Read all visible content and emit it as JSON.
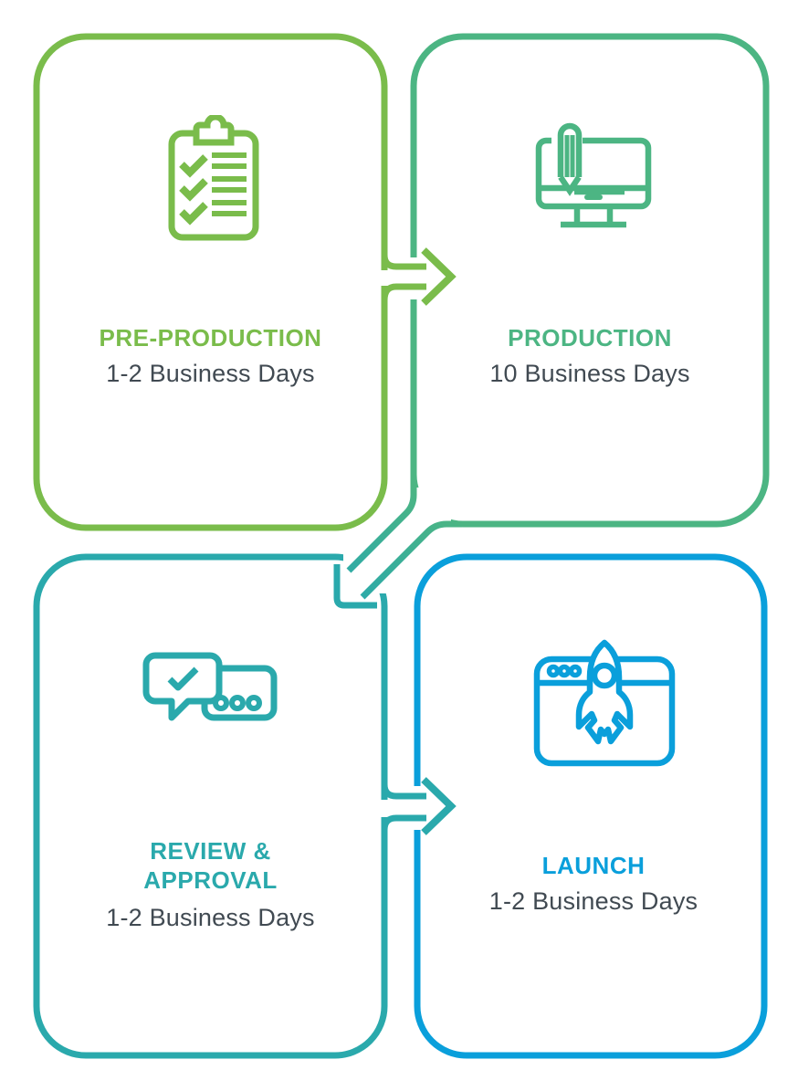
{
  "page": {
    "background": "#ffffff",
    "description": "Four-step production timeline flow diagram"
  },
  "colors": {
    "step1": "#7abc4b",
    "step2": "#4cb583",
    "step3": "#2aa9ac",
    "step4": "#0a9fdb",
    "subtitle_text": "#414a52"
  },
  "steps": [
    {
      "id": "pre-production",
      "title": "PRE-PRODUCTION",
      "subtitle": "1-2 Business Days",
      "icon": "clipboard-checklist-icon",
      "color": "#7abc4b"
    },
    {
      "id": "production",
      "title": "PRODUCTION",
      "subtitle": "10 Business Days",
      "icon": "monitor-pencil-icon",
      "color": "#4cb583"
    },
    {
      "id": "review-approval",
      "title": "REVIEW & APPROVAL",
      "subtitle": "1-2 Business Days",
      "icon": "chat-approval-icon",
      "color": "#2aa9ac"
    },
    {
      "id": "launch",
      "title": "LAUNCH",
      "subtitle": "1-2 Business Days",
      "icon": "rocket-launch-icon",
      "color": "#0a9fdb"
    }
  ],
  "connectors": [
    {
      "from": "PRE-PRODUCTION",
      "to": "PRODUCTION",
      "direction": "right"
    },
    {
      "from": "PRODUCTION",
      "to": "REVIEW & APPROVAL",
      "direction": "down-left"
    },
    {
      "from": "REVIEW & APPROVAL",
      "to": "LAUNCH",
      "direction": "right"
    }
  ]
}
